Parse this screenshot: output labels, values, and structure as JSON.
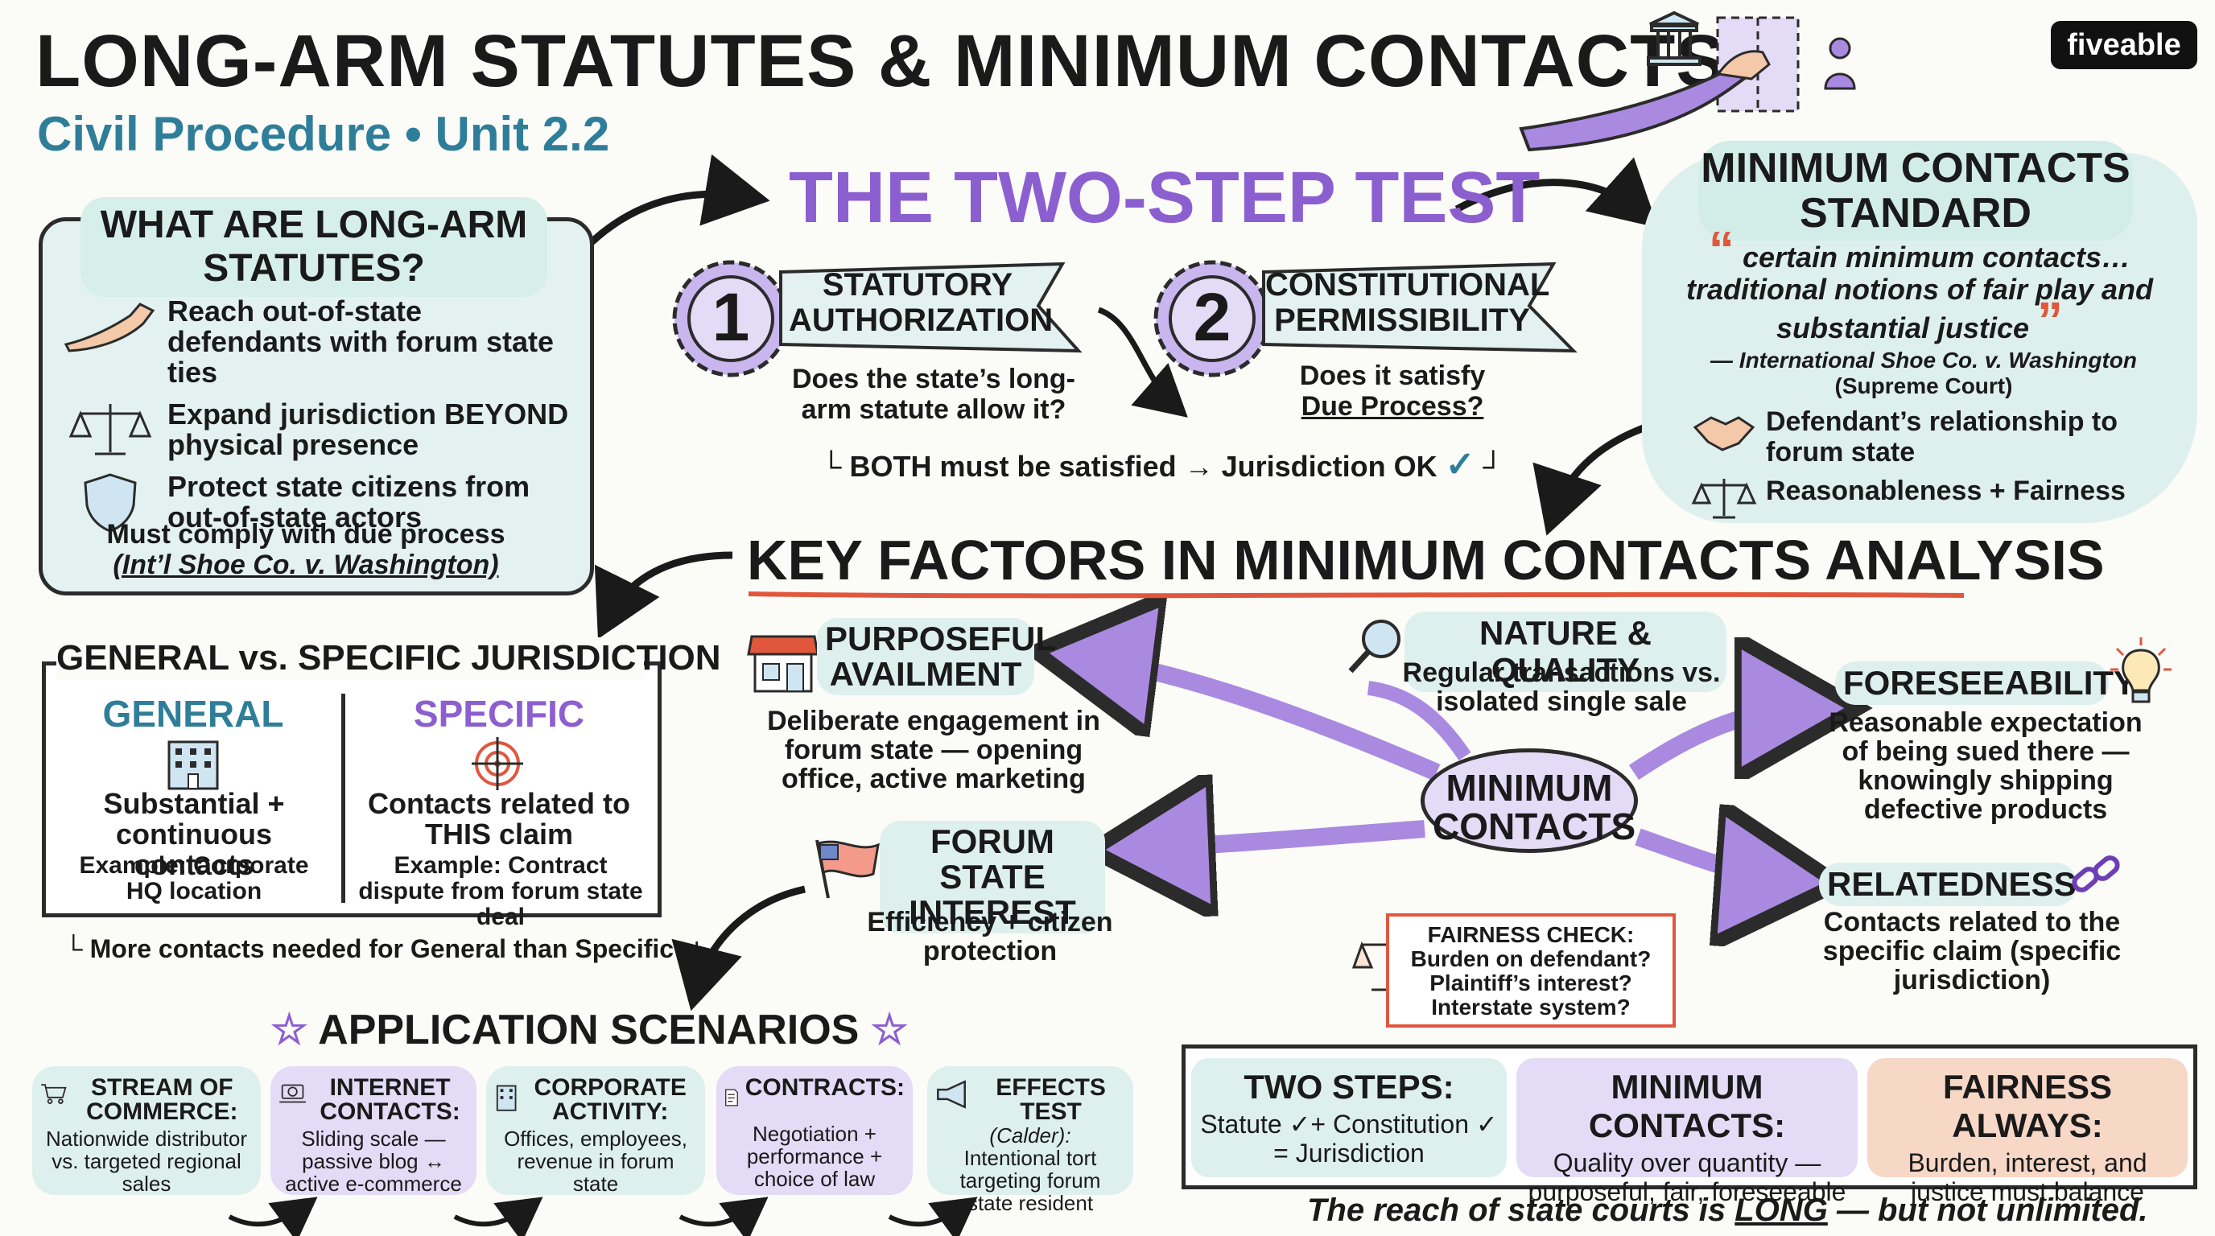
{
  "header": {
    "title": "LONG-ARM STATUTES & MINIMUM CONTACTS",
    "subtitle": "Civil Procedure • Unit 2.2",
    "brand": "fiveable"
  },
  "long_arm": {
    "heading": "WHAT ARE LONG-ARM STATUTES?",
    "items": [
      {
        "icon": "reaching-arm-icon",
        "text": "Reach out-of-state defendants with forum state ties"
      },
      {
        "icon": "scales-icon",
        "text_a": "Expand jurisdiction ",
        "emph": "BEYOND",
        "text_b": " physical presence"
      },
      {
        "icon": "shield-icon",
        "text": "Protect state citizens from out-of-state actors"
      }
    ],
    "note_line1": "Must comply with due process",
    "note_line2": "(Int’l Shoe Co. v. Washington)"
  },
  "two_step": {
    "heading": "THE TWO-STEP TEST",
    "step1": {
      "num": "1",
      "label": "STATUTORY AUTHORIZATION",
      "question": "Does the state’s long-arm statute allow it?"
    },
    "step2": {
      "num": "2",
      "label": "CONSTITUTIONAL PERMISSIBILITY",
      "question_a": "Does it satisfy",
      "question_b": "Due Process?"
    },
    "both": "BOTH must be satisfied → Jurisdiction OK",
    "check": "✓"
  },
  "min_contacts": {
    "heading": "MINIMUM CONTACTS STANDARD",
    "quote_open": "“",
    "quote": "certain minimum contacts… traditional notions of fair play and substantial justice",
    "quote_close": "”",
    "citation": "— International Shoe Co. v. Washington",
    "court": "(Supreme Court)",
    "points": [
      {
        "icon": "handshake-icon",
        "text": "Defendant’s relationship to forum state"
      },
      {
        "icon": "scales-icon",
        "text": "Reasonableness + Fairness"
      }
    ]
  },
  "key_factors": {
    "heading": "KEY FACTORS IN MINIMUM CONTACTS ANALYSIS",
    "hub": "MINIMUM CONTACTS",
    "purposeful": {
      "title": "PURPOSEFUL AVAILMENT",
      "desc": "Deliberate engagement in forum state — opening office, active marketing"
    },
    "nature": {
      "title": "NATURE & QUALITY",
      "desc": "Regular transactions vs. isolated single sale"
    },
    "foresee": {
      "title": "FORESEEABILITY",
      "desc": "Reasonable expectation of being sued there — knowingly shipping defective products"
    },
    "forum": {
      "title": "FORUM STATE INTEREST",
      "desc": "Efficiency + citizen protection"
    },
    "related": {
      "title": "RELATEDNESS",
      "desc": "Contacts related to the specific claim (specific jurisdiction)"
    },
    "fairness": {
      "title": "FAIRNESS CHECK:",
      "lines": [
        "Burden on defendant?",
        "Plaintiff’s interest?",
        "Interstate system?"
      ]
    }
  },
  "gen_spec": {
    "heading": "GENERAL vs. SPECIFIC JURISDICTION",
    "general": {
      "title": "GENERAL",
      "desc": "Substantial + continuous contacts",
      "example": "Example: Corporate HQ location"
    },
    "specific": {
      "title": "SPECIFIC",
      "desc": "Contacts related to THIS claim",
      "example": "Example: Contract dispute from forum state deal"
    },
    "note": "More contacts needed for General than Specific"
  },
  "scenarios": {
    "heading": "APPLICATION SCENARIOS",
    "cards": [
      {
        "title": "STREAM OF COMMERCE:",
        "desc": "Nationwide distributor vs. targeted regional sales"
      },
      {
        "title": "INTERNET CONTACTS:",
        "desc": "Sliding scale — passive blog ↔ active e-commerce"
      },
      {
        "title": "CORPORATE ACTIVITY:",
        "desc": "Offices, employees, revenue in forum state"
      },
      {
        "title": "CONTRACTS:",
        "desc": "Negotiation + performance + choice of law"
      },
      {
        "title": "EFFECTS TEST",
        "sub": "(Calder):",
        "desc": "Intentional tort targeting forum state resident"
      }
    ]
  },
  "summary": {
    "boxes": [
      {
        "title": "TWO STEPS:",
        "line1": "Statute ✓+ Constitution ✓",
        "line2": "= Jurisdiction"
      },
      {
        "title": "MINIMUM CONTACTS:",
        "line1": "Quality over quantity —",
        "line2": "purposeful, fair, foreseeable"
      },
      {
        "title": "FAIRNESS ALWAYS:",
        "line1": "Burden, interest, and",
        "line2": "justice must balance"
      }
    ],
    "tagline_a": "The reach of state courts is ",
    "tagline_em": "LONG",
    "tagline_b": " — but not unlimited."
  },
  "colors": {
    "purple": "#8c5fd0",
    "teal": "#2f7e99",
    "lightteal": "#def0ee",
    "lavender": "#e4dbf6",
    "peach": "#f7d7c6",
    "red": "#e0573d"
  }
}
